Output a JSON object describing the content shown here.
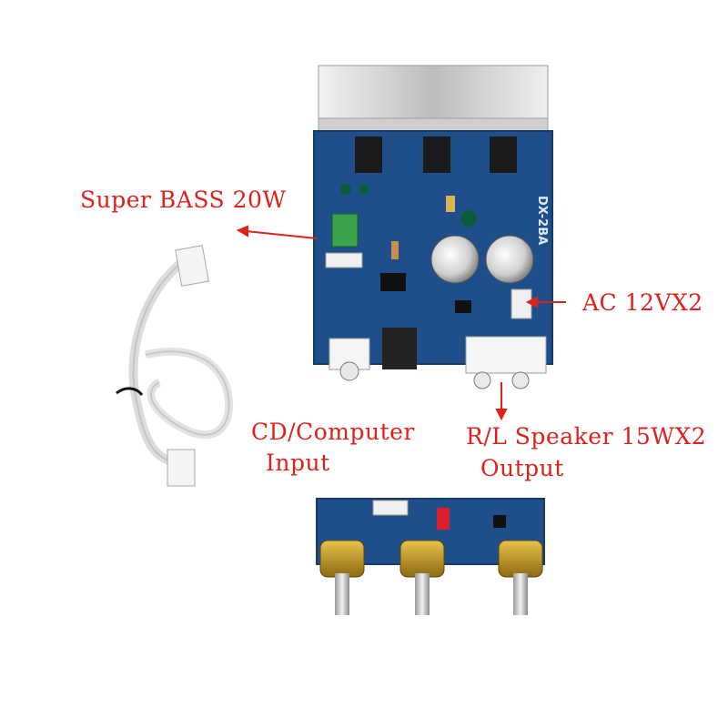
{
  "labels": {
    "super_bass": "Super BASS 20W",
    "ac": "AC 12VX2",
    "cd_input_line1": "CD/Computer",
    "cd_input_line2": "Input",
    "speaker_line1": "R/L Speaker 15WX2",
    "speaker_line2": "Output"
  },
  "board_markings": {
    "main_model": "DX-2BA"
  },
  "colors": {
    "label_red": "#e0201a",
    "pcb_blue": "#1f4f8a",
    "heatsink_silver": "#d8d8d8"
  }
}
